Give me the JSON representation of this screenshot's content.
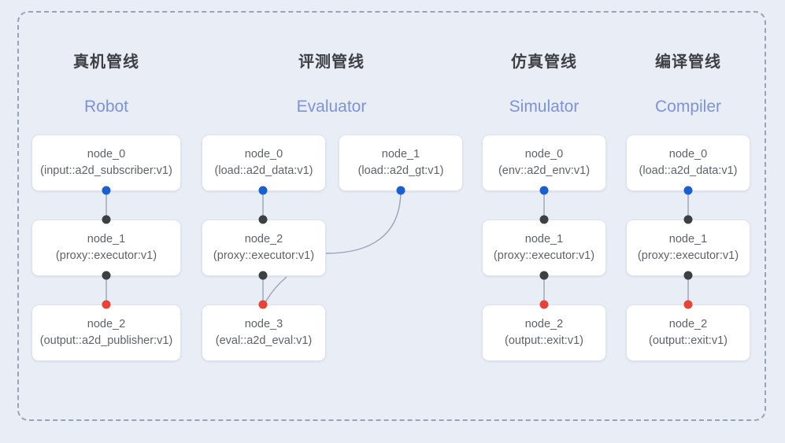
{
  "diagram": {
    "frame": {
      "style": "dashed-rounded-rectangle"
    },
    "columns": [
      {
        "id": "robot",
        "title_cn": "真机管线",
        "title_en": "Robot",
        "nodes": [
          {
            "name": "node_0",
            "type": "(input::a2d_subscriber:v1)"
          },
          {
            "name": "node_1",
            "type": "(proxy::executor:v1)"
          },
          {
            "name": "node_2",
            "type": "(output::a2d_publisher:v1)"
          }
        ]
      },
      {
        "id": "evaluator",
        "title_cn": "评测管线",
        "title_en": "Evaluator",
        "nodes": [
          {
            "name": "node_0",
            "type": "(load::a2d_data:v1)"
          },
          {
            "name": "node_1",
            "type": "(load::a2d_gt:v1)"
          },
          {
            "name": "node_2",
            "type": "(proxy::executor:v1)"
          },
          {
            "name": "node_3",
            "type": "(eval::a2d_eval:v1)"
          }
        ]
      },
      {
        "id": "simulator",
        "title_cn": "仿真管线",
        "title_en": "Simulator",
        "nodes": [
          {
            "name": "node_0",
            "type": "(env::a2d_env:v1)"
          },
          {
            "name": "node_1",
            "type": "(proxy::executor:v1)"
          },
          {
            "name": "node_2",
            "type": "(output::exit:v1)"
          }
        ]
      },
      {
        "id": "compiler",
        "title_cn": "编译管线",
        "title_en": "Compiler",
        "nodes": [
          {
            "name": "node_0",
            "type": "(load::a2d_data:v1)"
          },
          {
            "name": "node_1",
            "type": "(proxy::executor:v1)"
          },
          {
            "name": "node_2",
            "type": "(output::exit:v1)"
          }
        ]
      }
    ],
    "colors": {
      "background": "#e9edf6",
      "frame_border": "#9aa3b5",
      "node_fill": "#ffffff",
      "node_border": "#dfe3ec",
      "title_cn": "#3c4043",
      "title_en": "#7d93d6",
      "node_text": "#5f6368",
      "port_out": "#1a5fd0",
      "port_in": "#3c4043",
      "port_sink": "#ea4335",
      "edge": "#9aa3b5"
    }
  }
}
